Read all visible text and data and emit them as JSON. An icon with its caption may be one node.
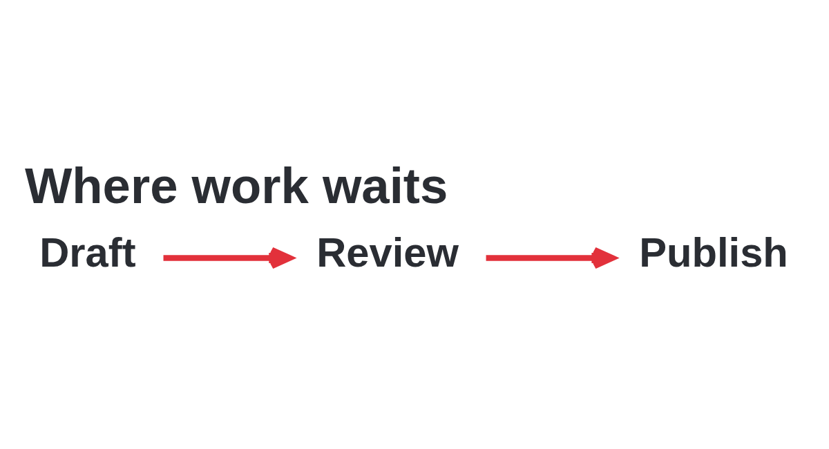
{
  "diagram": {
    "title": "Where work waits",
    "nodes": [
      {
        "text": [
          "Draft"
        ]
      },
      {
        "text": [
          "Review"
        ]
      },
      {
        "text": [
          "Publish"
        ]
      }
    ],
    "edges": [
      {
        "from": 0,
        "to": 1,
        "arrow": "to"
      },
      {
        "from": 1,
        "to": 2,
        "arrow": "to"
      }
    ]
  }
}
